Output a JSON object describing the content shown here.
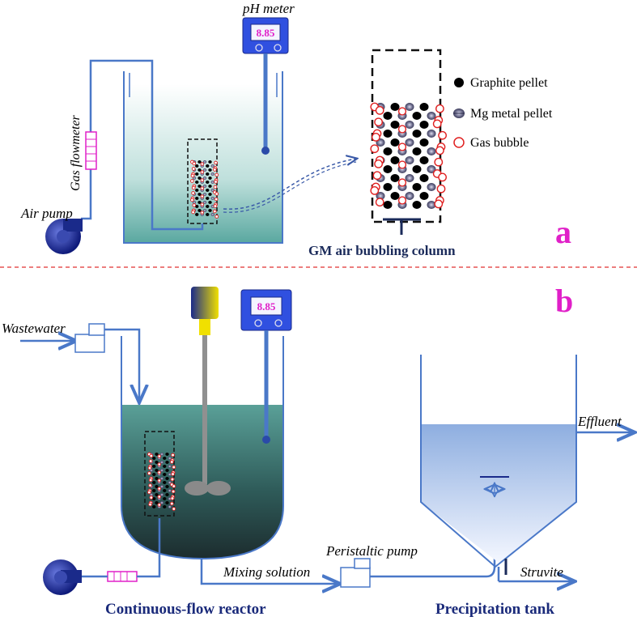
{
  "panel_a": {
    "label": "a",
    "ph_meter_label": "pH meter",
    "ph_reading": "8.85",
    "gas_flowmeter_label": "Gas flowmeter",
    "air_pump_label": "Air pump",
    "column_caption": "GM air bubbling column",
    "legend": [
      {
        "label": "Graphite pellet",
        "symbol": "graphite-pellet"
      },
      {
        "label": "Mg metal pellet",
        "symbol": "mg-metal-pellet"
      },
      {
        "label": "Gas bubble",
        "symbol": "gas-bubble"
      }
    ]
  },
  "panel_b": {
    "label": "b",
    "ph_reading": "8.85",
    "wastewater_label": "Wastewater",
    "effluent_label": "Effluent",
    "peristaltic_pump_label": "Peristaltic pump",
    "mixing_solution_label": "Mixing solution",
    "struvite_label": "Struvite",
    "reactor_caption": "Continuous-flow reactor",
    "tank_caption": "Precipitation tank"
  },
  "colors": {
    "pipe": "#4a78c8",
    "panel_label": "#e020c8",
    "caption": "#1a2a7a",
    "divider": "#e03030",
    "meter_blue": "#3050e0",
    "bubble": "#e02020",
    "graphite": "#000000",
    "mg": "#5a5a7a"
  }
}
